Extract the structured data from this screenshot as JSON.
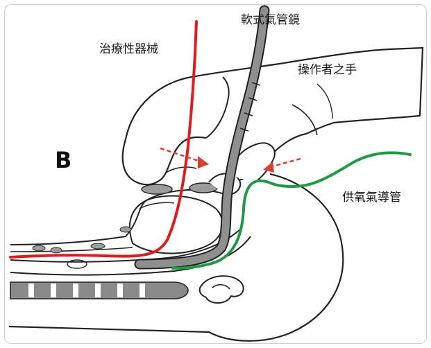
{
  "figure": {
    "panel_letter": "B",
    "labels": {
      "bronchoscope": "軟式氣管鏡",
      "instrument": "治療性器械",
      "operator_hand": "操作者之手",
      "oxygen_tube": "供氧氣導管"
    }
  },
  "colors": {
    "instrument_line": "#e01b1b",
    "oxygen_line": "#1e9a45",
    "bronchoscope_fill": "#8f8f8f",
    "arrow": "#d9412f",
    "outline": "#222222",
    "frame_border": "#cfcfcf"
  }
}
